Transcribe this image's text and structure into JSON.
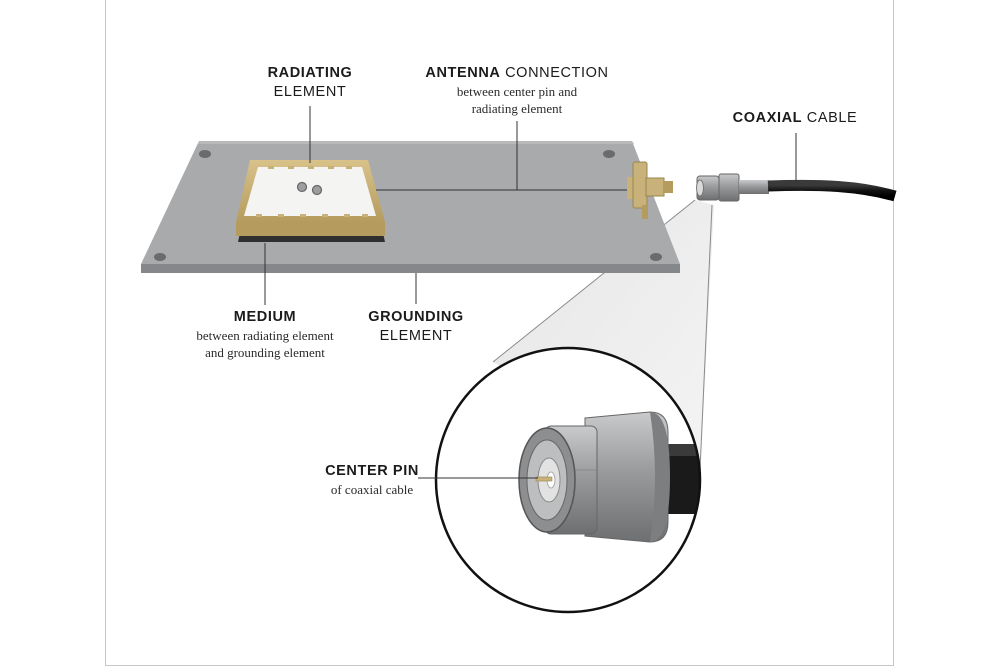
{
  "labels": {
    "radiating": {
      "bold": "RADIATING",
      "rest": "",
      "line2": "ELEMENT"
    },
    "antenna_connection": {
      "bold": "ANTENNA",
      "rest": " CONNECTION",
      "sub1": "between center pin and",
      "sub2": "radiating element"
    },
    "coaxial_cable": {
      "bold": "COAXIAL",
      "rest": " CABLE"
    },
    "medium": {
      "bold": "MEDIUM",
      "sub1": "between radiating element",
      "sub2": "and grounding element"
    },
    "grounding": {
      "bold": "GROUNDING",
      "line2": "ELEMENT"
    },
    "center_pin": {
      "bold": "CENTER PIN",
      "sub1": "of coaxial cable"
    }
  },
  "colors": {
    "board": "#a9aaac",
    "board_edge": "#86878a",
    "patch_gold": "#c9b27a",
    "patch_white": "#f4f4f2",
    "cable": "#1a1a1a",
    "connector_gray": "#9d9ea0",
    "leader_line": "#333333"
  }
}
